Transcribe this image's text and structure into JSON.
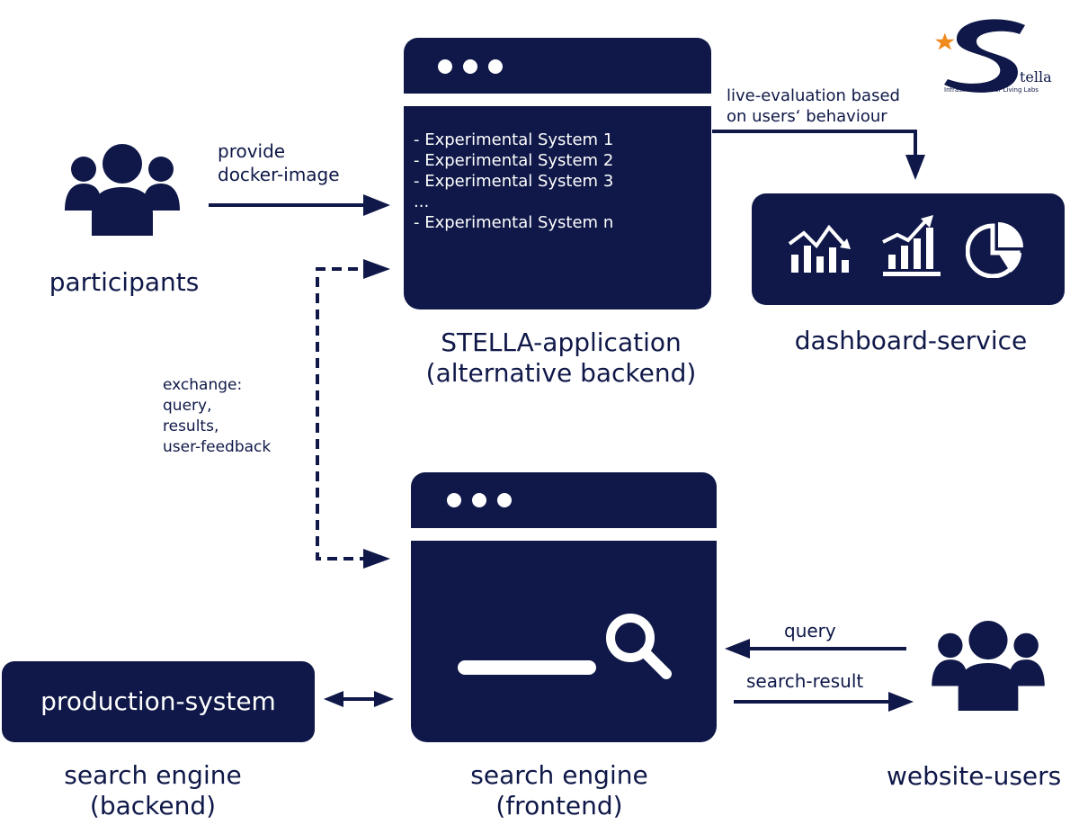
{
  "logo": {
    "mark": "S",
    "name": "tella",
    "tagline": "Infrastructures for Living Labs"
  },
  "participants": {
    "label": "participants",
    "arrow_label": "provide\ndocker-image"
  },
  "stella_app": {
    "systems": "- Experimental System 1\n- Experimental System 2\n- Experimental System 3\n...\n- Experimental System n",
    "label_line1": "STELLA-application",
    "label_line2": "(alternative backend)"
  },
  "live_eval": {
    "text": "live-evaluation based\non users‘ behaviour"
  },
  "dashboard": {
    "label": "dashboard-service",
    "icons": [
      "bar-chart-down-icon",
      "bar-chart-up-icon",
      "pie-chart-icon"
    ]
  },
  "exchange": {
    "text": "exchange:\nquery,\nresults,\nuser-feedback"
  },
  "frontend": {
    "label_line1": "search engine",
    "label_line2": "(frontend)"
  },
  "backend": {
    "box_text": "production-system",
    "label_line1": "search engine",
    "label_line2": "(backend)"
  },
  "website_users": {
    "label": "website-users",
    "query_label": "query",
    "result_label": "search-result"
  },
  "colors": {
    "navy": "#0f1848",
    "accent_star": "#f08a1c",
    "white": "#ffffff"
  }
}
